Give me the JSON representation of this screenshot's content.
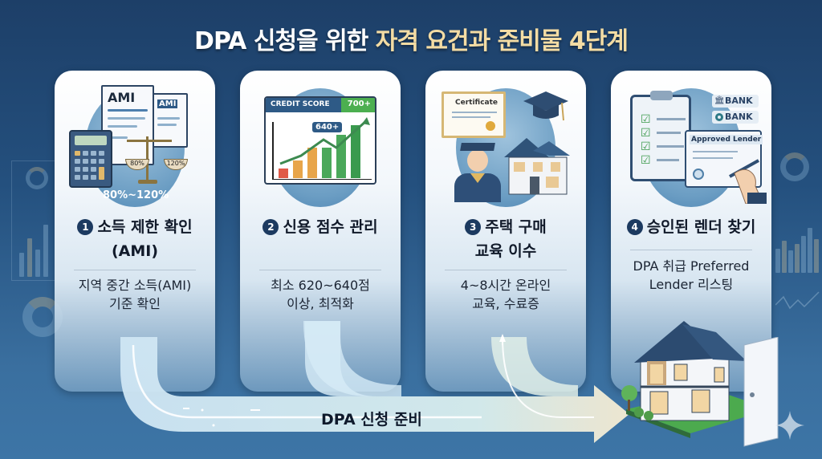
{
  "title": {
    "part1": "DPA 신청을 위한 ",
    "part2_highlight": "자격 요건과 준비물 4단계"
  },
  "colors": {
    "background_top": "#1d3f68",
    "background_bottom": "#3d75a6",
    "title_highlight": "#f3dca4",
    "badge": "#1c3a60",
    "card": "#ffffff",
    "flow_arrow": "#cfe6f4",
    "flow_arrow_end": "#f6ecd2"
  },
  "steps": [
    {
      "number": "1",
      "title_line1": "소득 제한 확인",
      "title_line2": "(AMI)",
      "desc_line1": "지역 중간 소득(AMI)",
      "desc_line2": "기준 확인",
      "illustration": {
        "doc_label": "AMI",
        "doc_label_small": "AMI",
        "scale_left": "80%",
        "scale_right": "120%",
        "range_label": "80%~120%",
        "icons": [
          "document-icon",
          "calculator-icon",
          "balance-scale-icon"
        ]
      }
    },
    {
      "number": "2",
      "title_line1": "신용 점수 관리",
      "title_line2": "",
      "desc_line1": "최소 620~640점",
      "desc_line2": "이상, 최적화",
      "illustration": {
        "header_label": "CREDIT SCORE",
        "header_value": "700+",
        "callout": "640+",
        "icons": [
          "bar-chart-icon",
          "trend-arrow-icon"
        ]
      }
    },
    {
      "number": "3",
      "title_line1": "주택 구매",
      "title_line2": "교육 이수",
      "desc_line1": "4~8시간 온라인",
      "desc_line2": "교육, 수료증",
      "illustration": {
        "certificate_label": "Certificate",
        "icons": [
          "certificate-icon",
          "graduation-cap-icon",
          "graduate-person-icon",
          "house-icon"
        ]
      }
    },
    {
      "number": "4",
      "title_line1": "승인된 렌더 찾기",
      "title_line2": "",
      "desc_line1": "DPA 취급 Preferred",
      "desc_line2": "Lender 리스팅",
      "illustration": {
        "bank_label_1": "BANK",
        "bank_label_2": "BANK",
        "approved_label": "Approved Lender",
        "icons": [
          "clipboard-checklist-icon",
          "bank-icon",
          "signing-hand-icon"
        ]
      }
    }
  ],
  "flow": {
    "label": "DPA 신청 준비",
    "icons": [
      "flow-arrow-icon",
      "house-icon",
      "open-door-icon",
      "sparkle-icon"
    ]
  }
}
